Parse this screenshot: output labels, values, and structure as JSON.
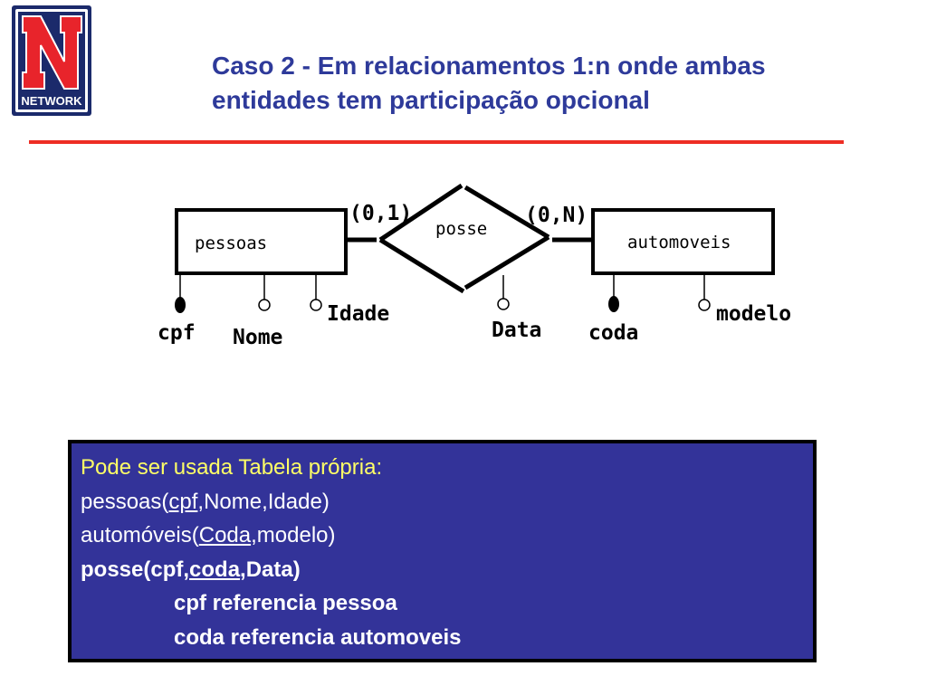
{
  "logo": {
    "letter": "N",
    "text": "NETWORK",
    "colors": {
      "red": "#e8242b",
      "navy": "#1b2a6b",
      "white": "#ffffff"
    }
  },
  "title": {
    "line1": "Caso 2 - Em relacionamentos 1:n onde ambas",
    "line2": "entidades tem participação opcional",
    "color": "#2e3a9a"
  },
  "rule_color": "#ee2d24",
  "diagram": {
    "entities": [
      {
        "name": "pessoas"
      },
      {
        "name": "automoveis"
      }
    ],
    "relationship": {
      "name": "posse"
    },
    "cardinalities": {
      "left": "(0,1)",
      "right": "(0,N)"
    },
    "attributes": {
      "cpf": "cpf",
      "nome": "Nome",
      "idade": "Idade",
      "data": "Data",
      "coda": "coda",
      "modelo": "modelo"
    }
  },
  "info_box": {
    "background": "#333399",
    "heading": "Pode ser usada Tabela própria:",
    "pessoas": {
      "prefix": "pessoas(",
      "key": "cpf",
      "suffix": ",Nome,Idade)"
    },
    "automoveis": {
      "prefix": "automóveis(",
      "key": "Coda",
      "suffix": ",modelo)"
    },
    "posse": {
      "prefix": "posse(cpf,",
      "key": "coda",
      "suffix": ",Data)"
    },
    "ref1": "cpf referencia pessoa",
    "ref2": "coda referencia automoveis"
  }
}
